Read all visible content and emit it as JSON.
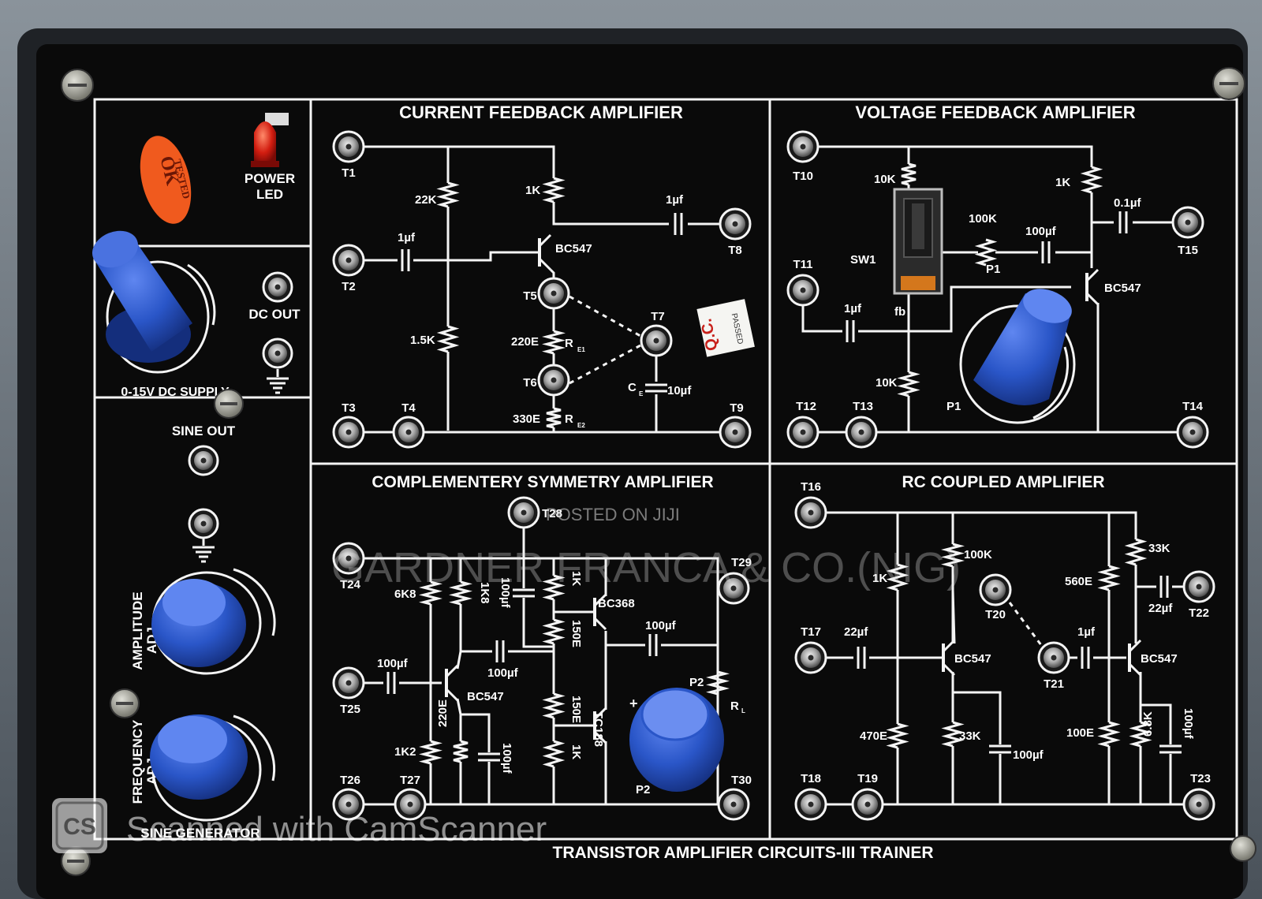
{
  "panel": {
    "bottom_title": "TRANSISTOR AMPLIFIER CIRCUITS-III TRAINER",
    "stickers": {
      "ok_line1": "OK",
      "ok_line2": "TESTED",
      "qc_line1": "Q.C.",
      "qc_line2": "PASSED"
    },
    "supply": {
      "power_led_line1": "POWER",
      "power_led_line2": "LED",
      "dc_out": "DC OUT",
      "dc_supply": "0-15V DC SUPPLY"
    },
    "sine_generator": {
      "sine_out": "SINE OUT",
      "amplitude_line1": "AMPLITUDE",
      "amplitude_line2": "ADJ",
      "frequency_line1": "FREQUENCY",
      "frequency_line2": "ADJ",
      "title": "SINE GENERATOR"
    },
    "current_feedback": {
      "title": "CURRENT FEEDBACK AMPLIFIER",
      "labels": [
        "T1",
        "T2",
        "T3",
        "T4",
        "T5",
        "T6",
        "T7",
        "T8",
        "T9",
        "22K",
        "1K",
        "1µf",
        "1µf",
        "BC547",
        "1.5K",
        "220E",
        "R",
        "E1",
        "330E",
        "R",
        "E2",
        "C",
        "E",
        "10µf"
      ]
    },
    "voltage_feedback": {
      "title": "VOLTAGE FEEDBACK AMPLIFIER",
      "labels": [
        "T10",
        "T11",
        "T12",
        "T13",
        "T14",
        "T15",
        "10K",
        "1K",
        "0.1µf",
        "100K",
        "100µf",
        "SW1",
        "P1",
        "BC547",
        "1µf",
        "fb",
        "10K",
        "P1"
      ]
    },
    "complementary": {
      "title": "COMPLEMENTERY SYMMETRY AMPLIFIER",
      "labels": [
        "T24",
        "T25",
        "T26",
        "T27",
        "T28",
        "T29",
        "T30",
        "6K8",
        "1K8",
        "100µf",
        "1K",
        "BC368",
        "150E",
        "100µf",
        "100µf",
        "100µf",
        "BC547",
        "220E",
        "1K2",
        "100µf",
        "150E",
        "1K",
        "TC188",
        "P2",
        "P2",
        "R",
        "L"
      ]
    },
    "rc_coupled": {
      "title": "RC COUPLED AMPLIFIER",
      "labels": [
        "T16",
        "T17",
        "T18",
        "T19",
        "T20",
        "T21",
        "T22",
        "T23",
        "100K",
        "33K",
        "1K",
        "560E",
        "22µf",
        "22µf",
        "BC547",
        "1µf",
        "BC547",
        "470E",
        "33K",
        "100µf",
        "100E",
        "6.8K",
        "100µf"
      ]
    }
  },
  "watermarks": {
    "posted": "POSTED ON JIJI",
    "company": "GARDNER FRANCA & CO.(NIG)",
    "scanner_logo": "CS",
    "scanner": "Scanned with CamScanner"
  },
  "colors": {
    "panel": "#0a0a0a",
    "line": "#f4f4f4",
    "knob": "#2a56c8",
    "led": "#c81a10",
    "ok_sticker": "#f05a1e",
    "frame": "#5d666f"
  },
  "icons": [
    "screw-icon",
    "binding-post-icon",
    "ground-icon",
    "resistor-icon",
    "capacitor-icon",
    "transistor-icon",
    "knob-icon",
    "led-icon",
    "switch-icon",
    "camscanner-logo-icon"
  ]
}
